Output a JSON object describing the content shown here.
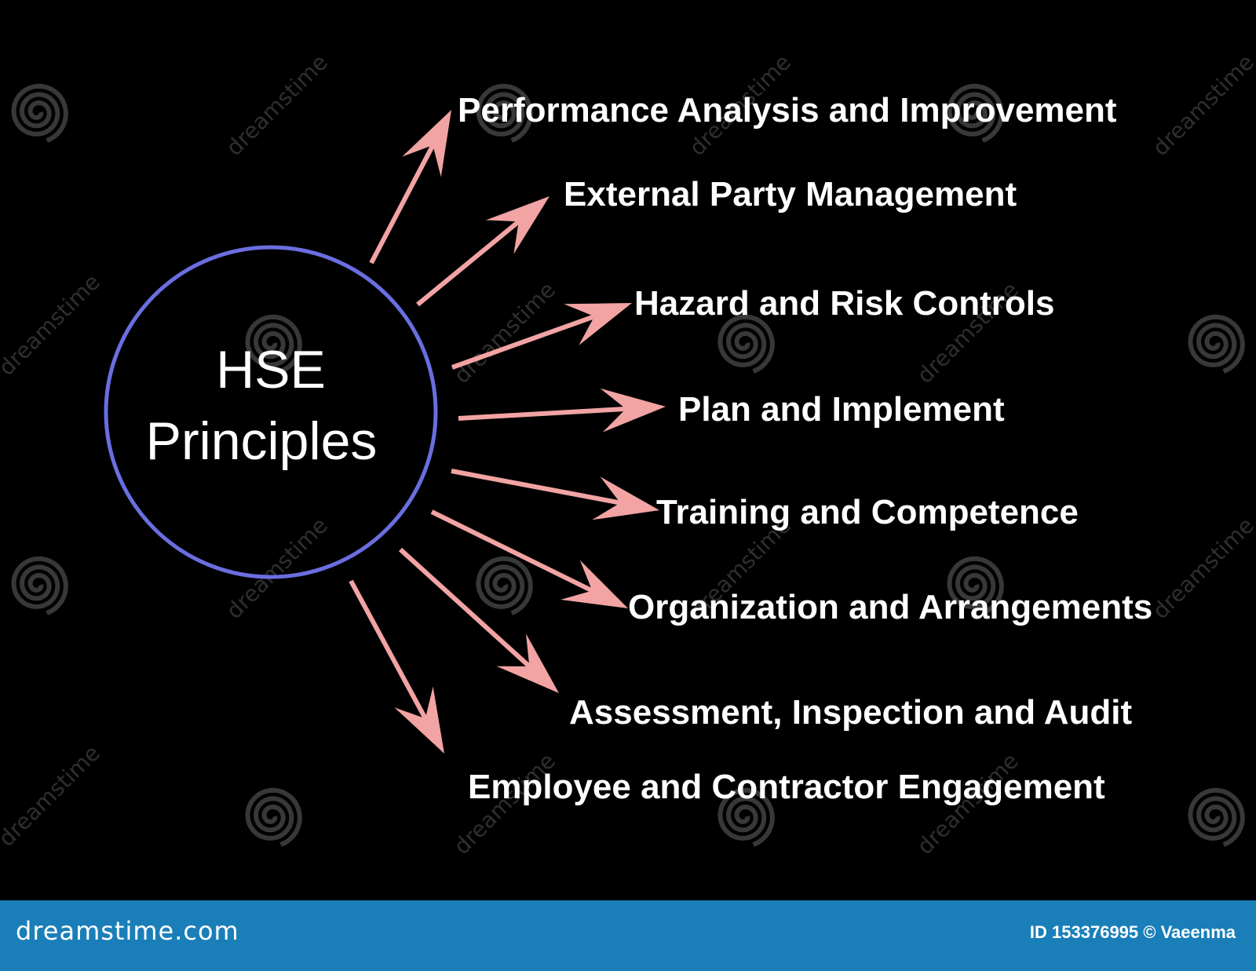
{
  "diagram": {
    "center": {
      "line1": "HSE",
      "line2": "Principles",
      "ring_color": "#6a6ee0"
    },
    "arrow_color": "#f2a3a3",
    "text_color": "#ffffff",
    "background": "#000000",
    "principles": [
      "Performance Analysis and Improvement",
      "External Party Management",
      "Hazard and Risk Controls",
      "Plan and Implement",
      "Training and Competence",
      "Organization and Arrangements",
      "Assessment, Inspection and Audit",
      "Employee and Contractor Engagement"
    ]
  },
  "watermark": {
    "text": "dreamstime",
    "icon": "spiral-logo-icon"
  },
  "footer": {
    "brand": "dreamstime.com",
    "credit": "ID 153376995 © Vaeenma",
    "color": "#1a7fb8"
  }
}
